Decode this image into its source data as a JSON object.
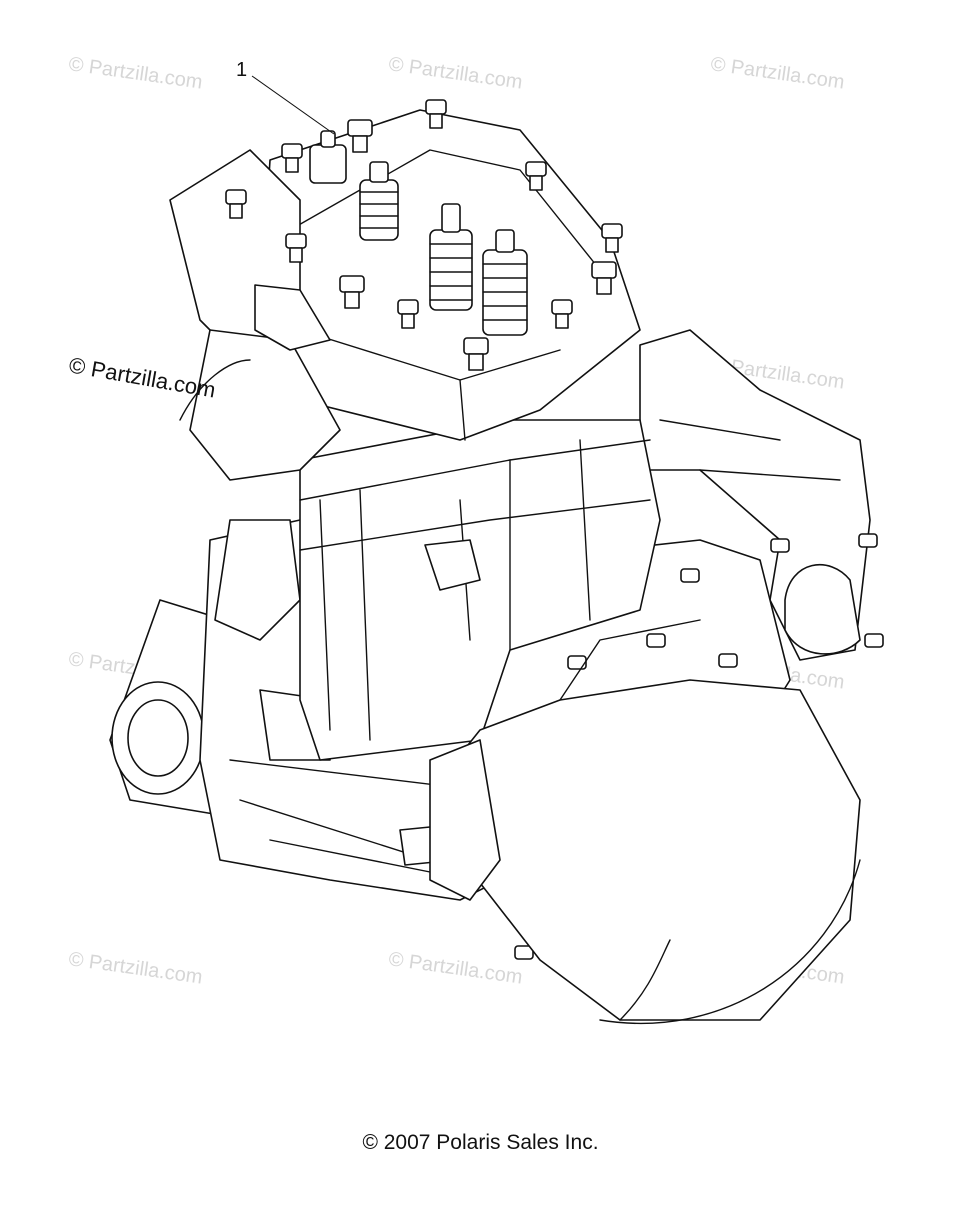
{
  "diagram": {
    "callout_number": "1",
    "watermark_text": "© Partzilla.com",
    "main_watermark_text": "© Partzilla.com",
    "copyright": "© 2007 Polaris Sales Inc."
  },
  "colors": {
    "line": "#111111",
    "watermark": "#d6d6d6",
    "background": "#ffffff"
  }
}
